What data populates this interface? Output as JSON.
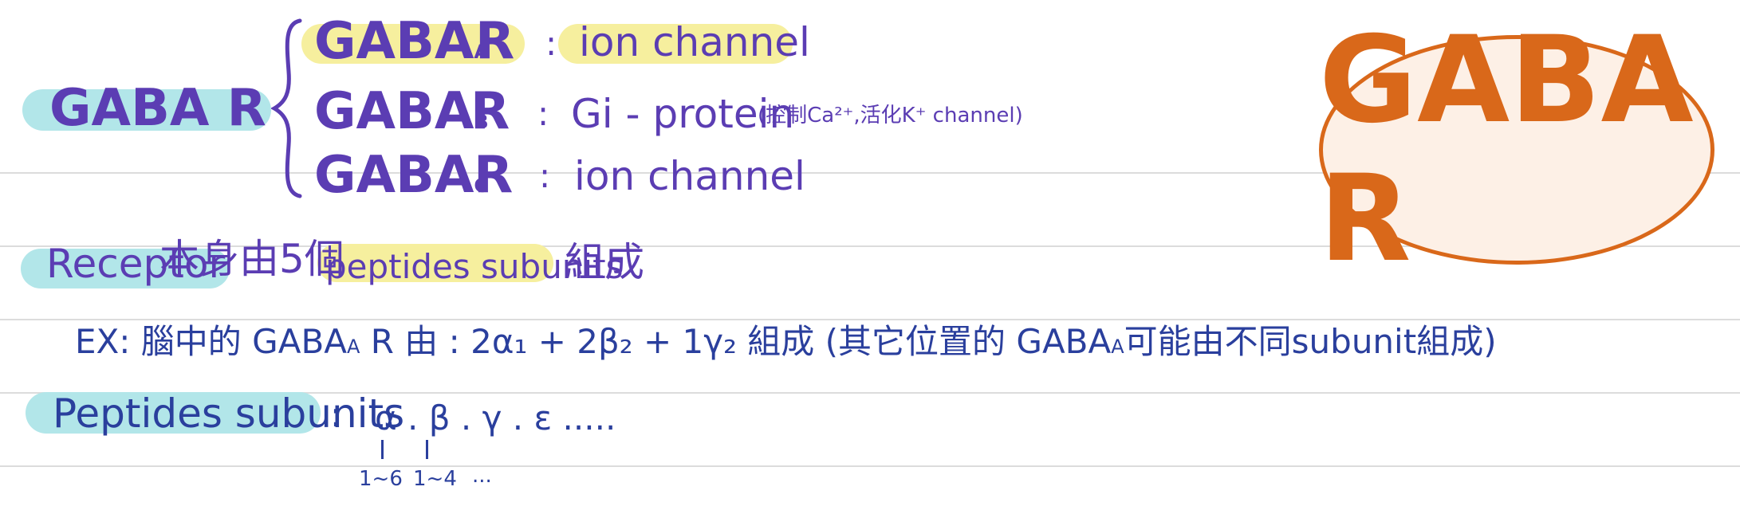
{
  "notes": {
    "receptor_main": "GABA R",
    "subtypes": [
      {
        "name": "GABA",
        "subscript": "A",
        "suffix": "R",
        "colon": ":",
        "desc": "ion channel"
      },
      {
        "name": "GABA",
        "subscript": "B",
        "suffix": "R",
        "colon": ":",
        "desc": "Gi - protein",
        "note": "(控制Ca²⁺,活化K⁺ channel)"
      },
      {
        "name": "GABA",
        "subscript": "C",
        "suffix": "R",
        "colon": ":",
        "desc": "ion channel"
      }
    ],
    "composition": {
      "receptor": "Receptor",
      "middle": "本身由5個",
      "peptides": "peptides subunits",
      "end": "組成"
    },
    "example": {
      "prefix": "EX: 腦中的 GABA",
      "sub": "A",
      "after_sub": " R 由 : 2α₁ + 2β₂ + 1γ₂ 組成",
      "note": "(其它位置的 GABA",
      "note_sub": "A",
      "note_end": "可能由不同subunit組成)"
    },
    "peptides": {
      "label": "Peptides subunits",
      "colon": ":",
      "list": "α . β . γ . ε .....",
      "alpha_range": "1~6",
      "beta_range": "1~4",
      "more": "..."
    },
    "title_badge": "GABA R"
  },
  "colors": {
    "purple": "#5b3db3",
    "navy": "#2a3f9d",
    "orange": "#d9681a",
    "cyan_highlight": "#b2e6e9",
    "yellow_highlight": "#f6ef9e",
    "badge_fill": "#fdf0e6"
  }
}
